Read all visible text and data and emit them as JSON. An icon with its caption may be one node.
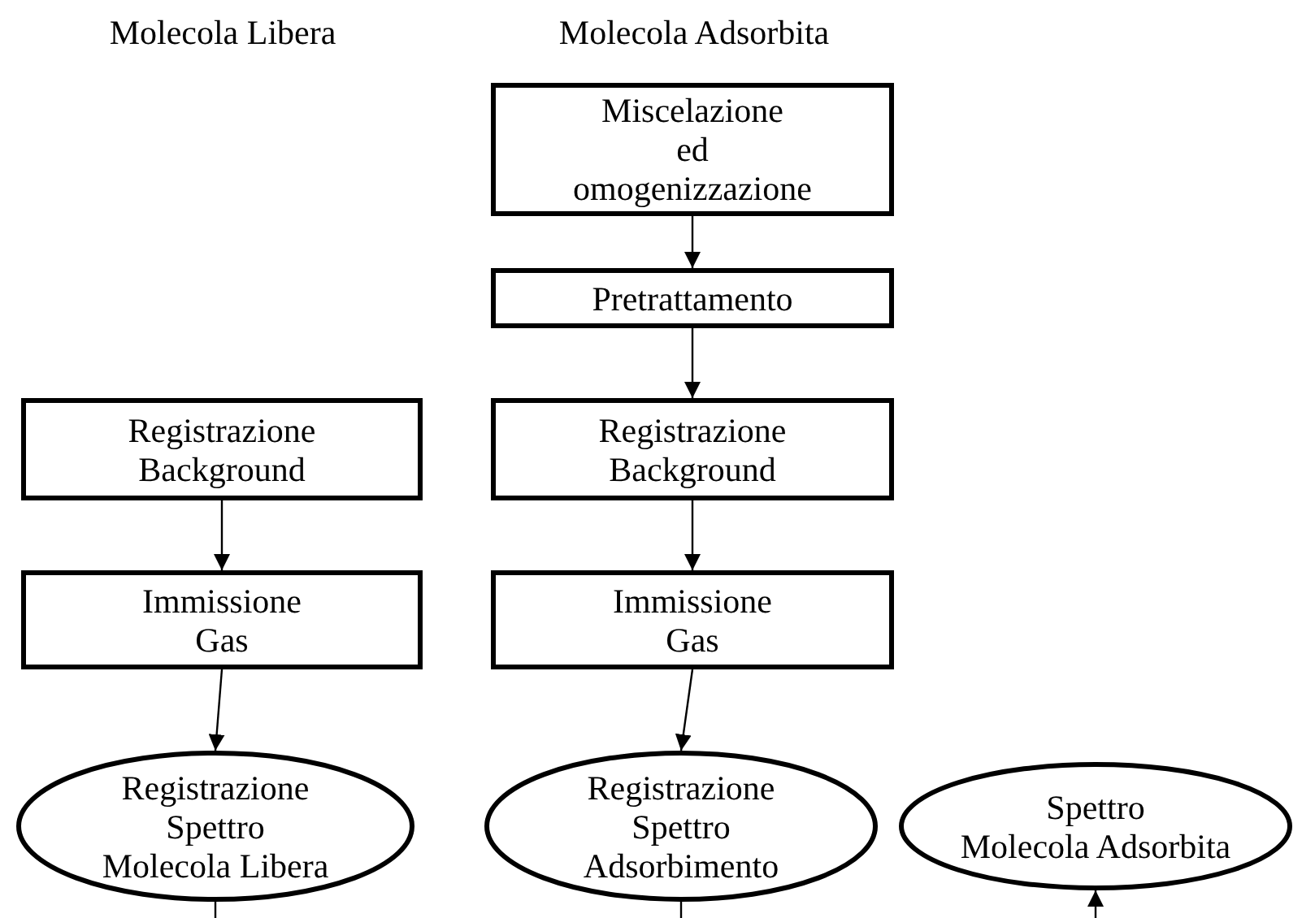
{
  "diagram": {
    "nodes": [
      {
        "text": [
          "Miscelazione ed omogenizzazione"
        ]
      },
      {
        "text": [
          "Pretrattamento"
        ]
      },
      {
        "text": [
          "Registrazione Background"
        ]
      },
      {
        "text": [
          "Registrazione Background"
        ]
      },
      {
        "text": [
          "Immissione Gas"
        ]
      },
      {
        "text": [
          "Immissione Gas"
        ]
      },
      {
        "text": [
          "Registrazione Spettro Molecola Libera"
        ]
      },
      {
        "text": [
          "Registrazione Spettro Adsorbimento"
        ]
      },
      {
        "text": [
          "Spettro Molecola Adsorbita"
        ]
      }
    ],
    "edges": [
      {
        "from": 0,
        "to": 1,
        "arrow": "to"
      },
      {
        "from": 1,
        "to": 3,
        "arrow": "to"
      },
      {
        "from": 2,
        "to": 4,
        "arrow": "to"
      },
      {
        "from": 3,
        "to": 5,
        "arrow": "to"
      },
      {
        "from": 4,
        "to": 6,
        "arrow": "to"
      },
      {
        "from": 5,
        "to": 7,
        "arrow": "to"
      },
      {
        "from": 6,
        "to": null,
        "arrow": "none"
      },
      {
        "from": 7,
        "to": null,
        "arrow": "none"
      },
      {
        "from": null,
        "to": 8,
        "arrow": "to"
      }
    ],
    "labels": [
      "Molecola Libera",
      "Molecola Adsorbita"
    ]
  }
}
